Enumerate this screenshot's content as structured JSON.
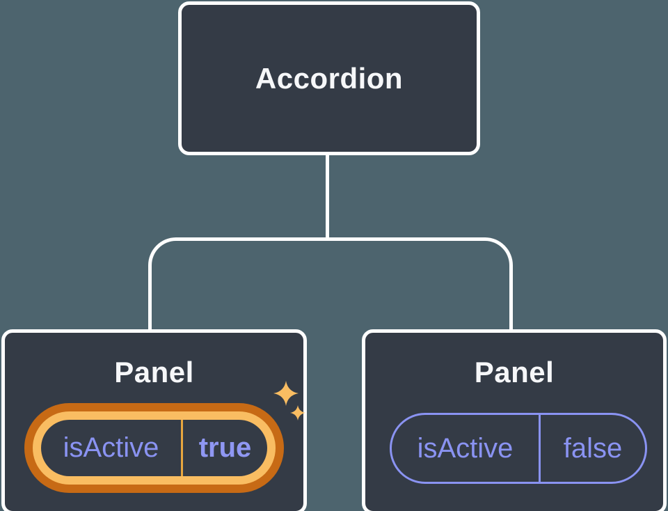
{
  "tree": {
    "root": {
      "label": "Accordion"
    },
    "panels": [
      {
        "label": "Panel",
        "state_key": "isActive",
        "state_value": "true",
        "highlighted": true
      },
      {
        "label": "Panel",
        "state_key": "isActive",
        "state_value": "false",
        "highlighted": false
      }
    ]
  },
  "icons": {
    "sparkle": "sparkle-icon"
  },
  "colors": {
    "background": "#4d646e",
    "node_fill": "#343b46",
    "node_border": "#ffffff",
    "connector": "#ffffff",
    "label_text": "#f6f7f9",
    "state_text": "#8a93f2",
    "state_value_bold": "#8f97f3",
    "pill_border": "#8a93f2",
    "highlight_ring_outer": "#c76a15",
    "highlight_ring_inner": "#f9bd62",
    "highlight_divider": "#e8a63f",
    "sparkle": "#f9bd62"
  }
}
